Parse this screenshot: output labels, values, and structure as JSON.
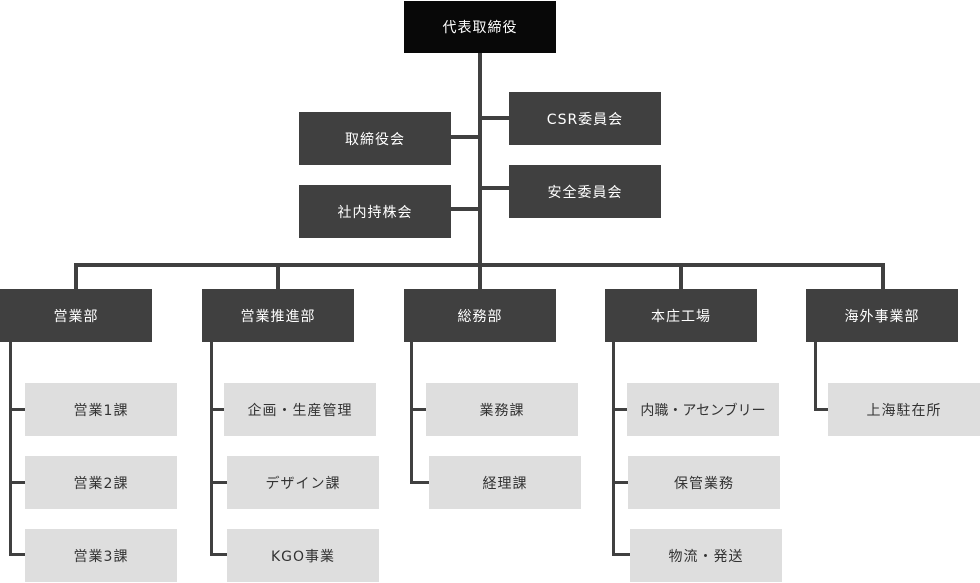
{
  "top": "代表取締役",
  "side_left": [
    "取締役会",
    "社内持株会"
  ],
  "side_right": [
    "CSR委員会",
    "安全委員会"
  ],
  "departments": [
    {
      "name": "営業部",
      "sections": [
        "営業1課",
        "営業2課",
        "営業3課"
      ]
    },
    {
      "name": "営業推進部",
      "sections": [
        "企画・生産管理",
        "デザイン課",
        "KGO事業"
      ]
    },
    {
      "name": "総務部",
      "sections": [
        "業務課",
        "経理課"
      ]
    },
    {
      "name": "本庄工場",
      "sections": [
        "内職・アセンブリー",
        "保管業務",
        "物流・発送"
      ]
    },
    {
      "name": "海外事業部",
      "sections": [
        "上海駐在所"
      ]
    }
  ]
}
